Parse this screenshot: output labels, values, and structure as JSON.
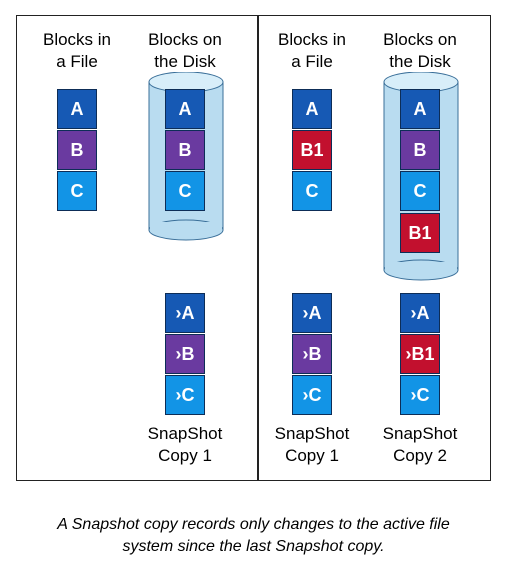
{
  "panels": [
    {
      "file_header": [
        "Blocks in",
        "a File"
      ],
      "disk_header": [
        "Blocks on",
        "the Disk"
      ],
      "file_blocks": [
        "A",
        "B",
        "C"
      ],
      "disk_blocks": [
        "A",
        "B",
        "C"
      ],
      "snapshots": [
        {
          "blocks": [
            "›A",
            "›B",
            "›C"
          ],
          "label": [
            "SnapShot",
            "Copy 1"
          ]
        }
      ]
    },
    {
      "file_header": [
        "Blocks in",
        "a File"
      ],
      "disk_header": [
        "Blocks on",
        "the Disk"
      ],
      "file_blocks": [
        "A",
        "B1",
        "C"
      ],
      "disk_blocks": [
        "A",
        "B",
        "C",
        "B1"
      ],
      "snapshots": [
        {
          "blocks": [
            "›A",
            "›B",
            "›C"
          ],
          "label": [
            "SnapShot",
            "Copy 1"
          ]
        },
        {
          "blocks": [
            "›A",
            "›B1",
            "›C"
          ],
          "label": [
            "SnapShot",
            "Copy 2"
          ]
        }
      ]
    }
  ],
  "caption": [
    "A Snapshot copy records only changes to the active file",
    "system since the last Snapshot copy."
  ],
  "colors": {
    "A": "#1659b4",
    "B": "#6a3aa0",
    "C": "#1294e6",
    "B1": "#c2102e",
    "cylinder": "#b9dcf0"
  }
}
